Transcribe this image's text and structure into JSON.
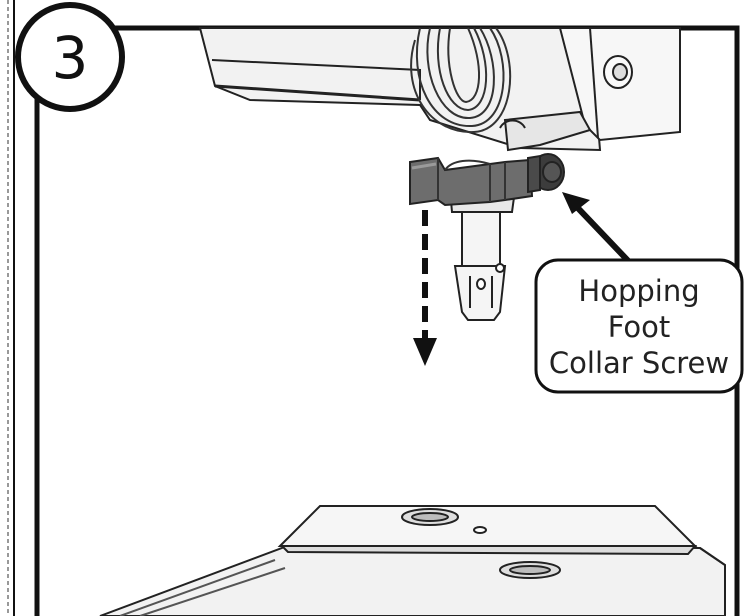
{
  "step": {
    "number": "3"
  },
  "callout": {
    "lines": [
      "Hopping",
      "Foot",
      "Collar Screw"
    ]
  },
  "colors": {
    "frame": "#111111",
    "collar": "#6d6d6d",
    "screw": "#3c3c3c",
    "machine_fill": "#f2f2f2",
    "line": "#222222"
  }
}
